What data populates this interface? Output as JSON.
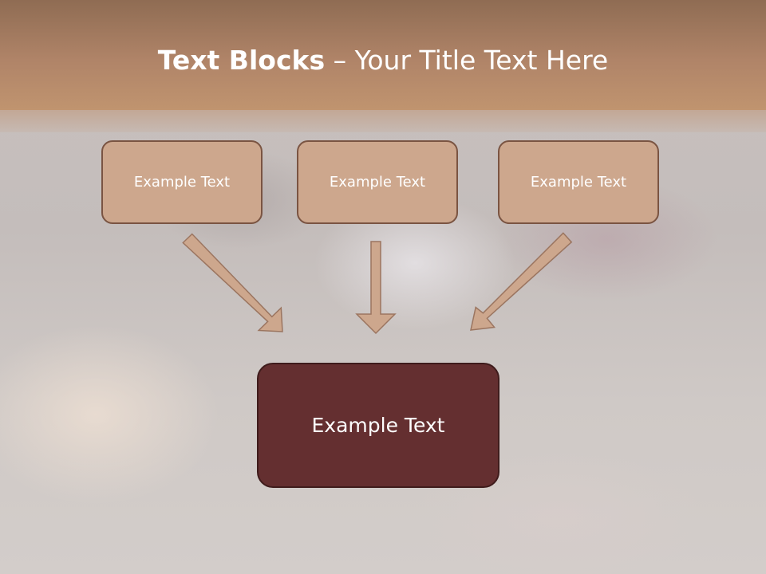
{
  "slide": {
    "title_bold": "Text Blocks",
    "title_dash": "–",
    "title_rest": "Your Title Text Here"
  },
  "blocks": {
    "top": [
      "Example Text",
      "Example Text",
      "Example Text"
    ],
    "bottom": "Example Text"
  },
  "colors": {
    "header": "#b08468",
    "top_box_fill": "#cda78d",
    "top_box_border": "#7a5442",
    "bottom_box_fill": "#642f30",
    "arrow_fill": "#cda78d",
    "arrow_stroke": "#9b7560"
  }
}
